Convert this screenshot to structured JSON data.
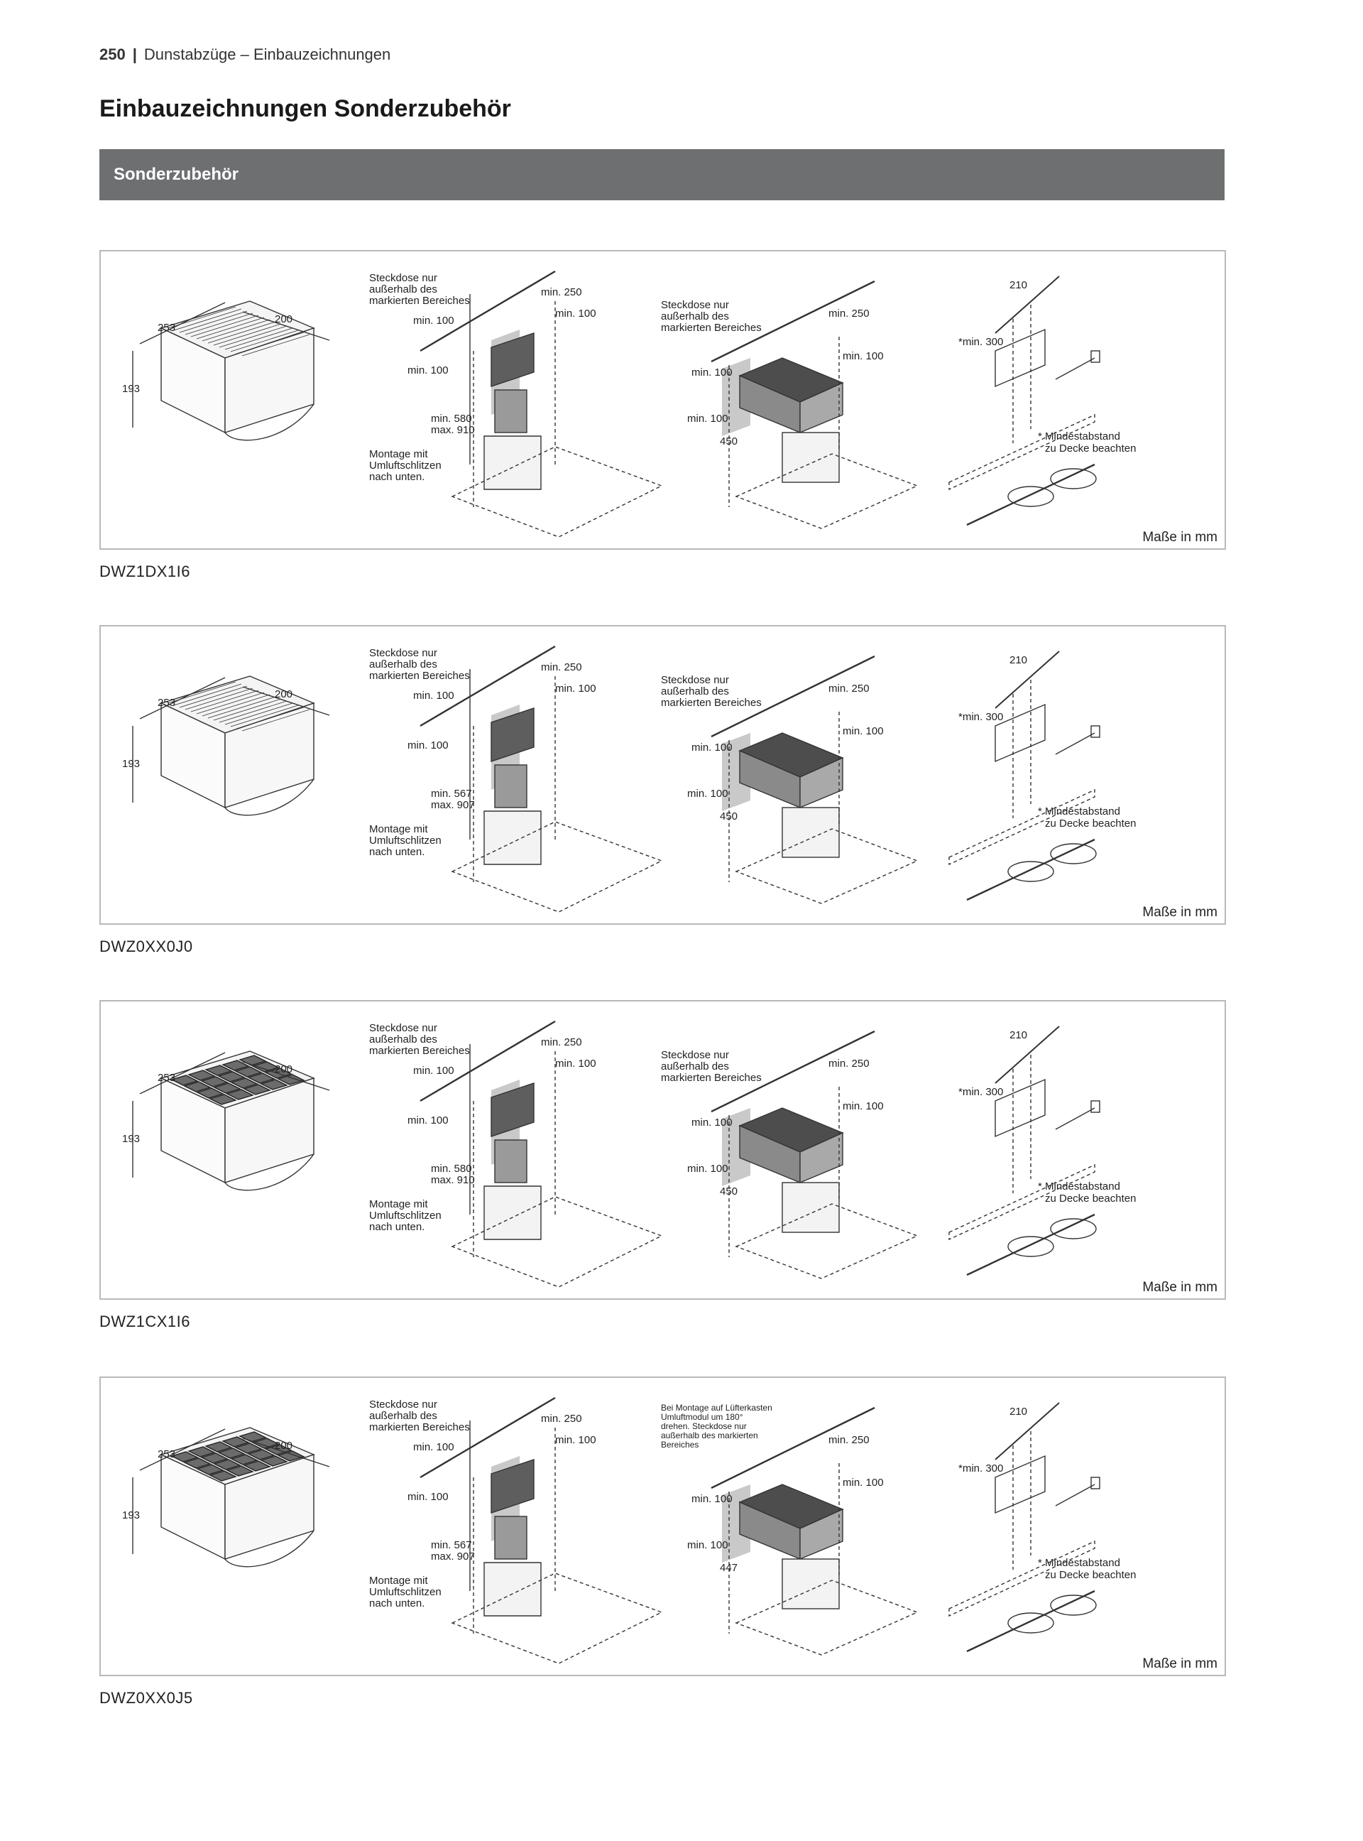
{
  "header": {
    "page_number": "250",
    "section": "Dunstabzüge – Einbauzeichnungen"
  },
  "title": "Einbauzeichnungen Sonderzubehör",
  "bar_label": "Sonderzubehör",
  "panels": [
    {
      "model": "DWZ1DX1I6",
      "filter": "smooth",
      "dims": {
        "depth": "253",
        "width": "200",
        "height": "193"
      },
      "view2": {
        "note": [
          "Steckdose nur",
          "außerhalb des",
          "markierten Bereiches"
        ],
        "top": "min. 250",
        "side": "min. 100",
        "left": "min. 100",
        "mid": "min. 100",
        "range_min": "min. 580",
        "range_max": "max. 910",
        "mount": [
          "Montage mit",
          "Umluftschlitzen",
          "nach unten."
        ]
      },
      "view3": {
        "note": [
          "Steckdose nur",
          "außerhalb des",
          "markierten Bereiches"
        ],
        "top": "min. 250",
        "side": "min. 100",
        "left1": "min. 100",
        "left2": "min. 100",
        "height": "450"
      },
      "view4": {
        "width": "210",
        "min": "*min. 300",
        "note": [
          "* Mindestabstand",
          "zu Decke beachten"
        ]
      },
      "units": "Maße in mm"
    },
    {
      "model": "DWZ0XX0J0",
      "filter": "smooth",
      "dims": {
        "depth": "253",
        "width": "200",
        "height": "193"
      },
      "view2": {
        "note": [
          "Steckdose nur",
          "außerhalb des",
          "markierten Bereiches"
        ],
        "top": "min. 250",
        "side": "min. 100",
        "left": "min. 100",
        "mid": "min. 100",
        "range_min": "min. 567",
        "range_max": "max. 907",
        "mount": [
          "Montage mit",
          "Umluftschlitzen",
          "nach unten."
        ]
      },
      "view3": {
        "note": [
          "Steckdose nur",
          "außerhalb des",
          "markierten Bereiches"
        ],
        "top": "min. 250",
        "side": "min. 100",
        "left1": "min. 100",
        "left2": "min. 100",
        "height": "450"
      },
      "view4": {
        "width": "210",
        "min": "*min. 300",
        "note": [
          "* Mindestabstand",
          "zu Decke beachten"
        ]
      },
      "units": "Maße in mm"
    },
    {
      "model": "DWZ1CX1I6",
      "filter": "grid",
      "dims": {
        "depth": "253",
        "width": "200",
        "height": "193"
      },
      "view2": {
        "note": [
          "Steckdose nur",
          "außerhalb des",
          "markierten Bereiches"
        ],
        "top": "min. 250",
        "side": "min. 100",
        "left": "min. 100",
        "mid": "min. 100",
        "range_min": "min. 580",
        "range_max": "max. 910",
        "mount": [
          "Montage mit",
          "Umluftschlitzen",
          "nach unten."
        ]
      },
      "view3": {
        "note": [
          "Steckdose nur",
          "außerhalb des",
          "markierten Bereiches"
        ],
        "top": "min. 250",
        "side": "min. 100",
        "left1": "min. 100",
        "left2": "min. 100",
        "height": "450"
      },
      "view4": {
        "width": "210",
        "min": "*min. 300",
        "note": [
          "* Mindestabstand",
          "zu Decke beachten"
        ]
      },
      "units": "Maße in mm"
    },
    {
      "model": "DWZ0XX0J5",
      "filter": "grid",
      "dims": {
        "depth": "253",
        "width": "200",
        "height": "193"
      },
      "view2": {
        "note": [
          "Steckdose nur",
          "außerhalb des",
          "markierten Bereiches"
        ],
        "top": "min. 250",
        "side": "min. 100",
        "left": "min. 100",
        "mid": "min. 100",
        "range_min": "min. 567",
        "range_max": "max. 907",
        "mount": [
          "Montage mit",
          "Umluftschlitzen",
          "nach unten."
        ]
      },
      "view3": {
        "note": [
          "Bei Montage auf Lüfterkasten",
          "Umluftmodul um 180°",
          "drehen. Steckdose nur",
          "außerhalb des markierten",
          "Bereiches"
        ],
        "top": "min. 250",
        "side": "min. 100",
        "left1": "min. 100",
        "left2": "min. 100",
        "height": "447"
      },
      "view4": {
        "width": "210",
        "min": "*min. 300",
        "note": [
          "* Mindestabstand",
          "zu Decke beachten"
        ]
      },
      "units": "Maße in mm"
    }
  ]
}
